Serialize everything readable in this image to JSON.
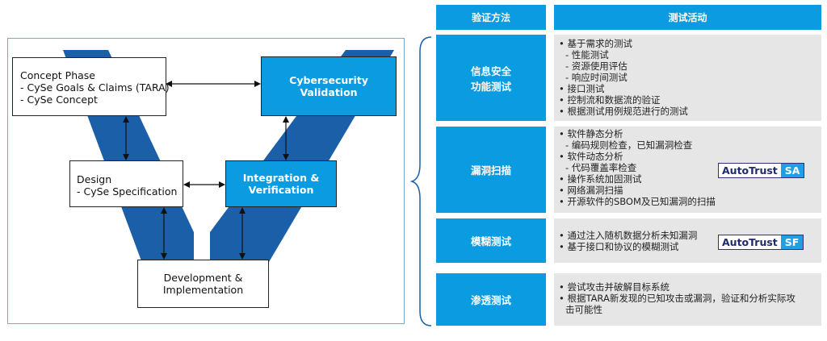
{
  "v_model": {
    "concept": {
      "title": "Concept Phase",
      "line2": "- CySe Goals & Claims (TARA)",
      "line3": "- CySe Concept"
    },
    "validation": {
      "line1": "Cybersecurity",
      "line2": "Validation"
    },
    "design": {
      "line1": "Design",
      "line2": "- CySe Specification"
    },
    "integration": {
      "line1": "Integration &",
      "line2": "Verification"
    },
    "development": {
      "line1": "Development &",
      "line2": "Implementation"
    },
    "colors": {
      "v_dark": "#1b5fa8",
      "box_blue": "#0a9be0",
      "frame": "#7fa6c9"
    }
  },
  "table": {
    "headers": {
      "method": "验证方法",
      "activity": "测试活动"
    },
    "rows": [
      {
        "method_line1": "信息安全",
        "method_line2": "功能测试",
        "lines": [
          "• 基于需求的测试",
          "- 性能测试",
          "- 资源使用评估",
          "- 响应时间测试",
          "• 接口测试",
          "• 控制流和数据流的验证",
          "• 根据测试用例规范进行的测试"
        ]
      },
      {
        "method_line1": "漏洞扫描",
        "lines": [
          "• 软件静态分析",
          "- 编码规则检查，已知漏洞检查",
          "• 软件动态分析",
          "- 代码覆盖率检查",
          "• 操作系统加固测试",
          "• 网络漏洞扫描",
          "• 开源软件的SBOM及已知漏洞的扫描"
        ],
        "badge": {
          "brand": "AutoTrust",
          "suffix": "SA"
        }
      },
      {
        "method_line1": "模糊测试",
        "lines": [
          "• 通过注入随机数据分析未知漏洞",
          "• 基于接口和协议的模糊测试"
        ],
        "badge": {
          "brand": "AutoTrust",
          "suffix": "SF"
        }
      },
      {
        "method_line1": "渗透测试",
        "lines": [
          "• 尝试攻击并破解目标系统",
          "• 根据TARA新发现的已知攻击或漏洞，验证和分析实际攻",
          "击可能性"
        ]
      }
    ],
    "colors": {
      "header_blue": "#0a9be0",
      "cell_grey": "#e6e6e6",
      "badge_blue": "#1fa0e4",
      "badge_navy": "#1f2b6b"
    }
  }
}
